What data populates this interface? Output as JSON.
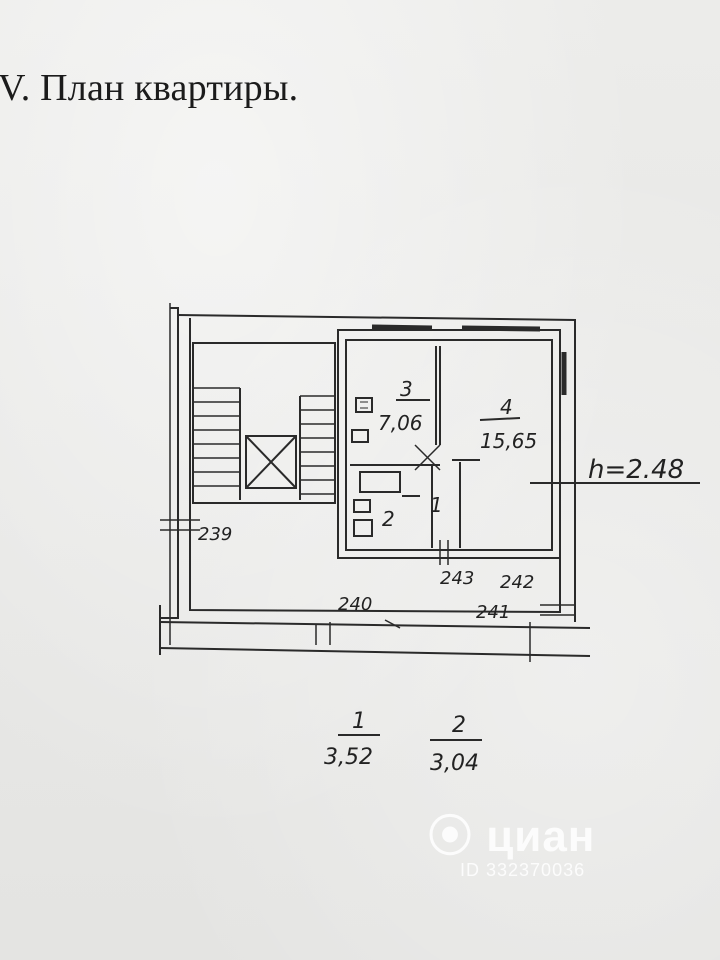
{
  "document": {
    "title": "V. План квартиры."
  },
  "rooms": [
    {
      "number": "3",
      "area": "7,06"
    },
    {
      "number": "4",
      "area": "15,65"
    },
    {
      "number": "1",
      "area": ""
    },
    {
      "number": "2",
      "area": ""
    }
  ],
  "ceiling_height": "h=2.48",
  "dimensions": [
    "239",
    "240",
    "243",
    "242",
    "241"
  ],
  "bathroom_areas": [
    {
      "number": "1",
      "area": "3,52"
    },
    {
      "number": "2",
      "area": "3,04"
    }
  ],
  "watermark": {
    "brand": "циан",
    "id": "ID 332370036"
  }
}
